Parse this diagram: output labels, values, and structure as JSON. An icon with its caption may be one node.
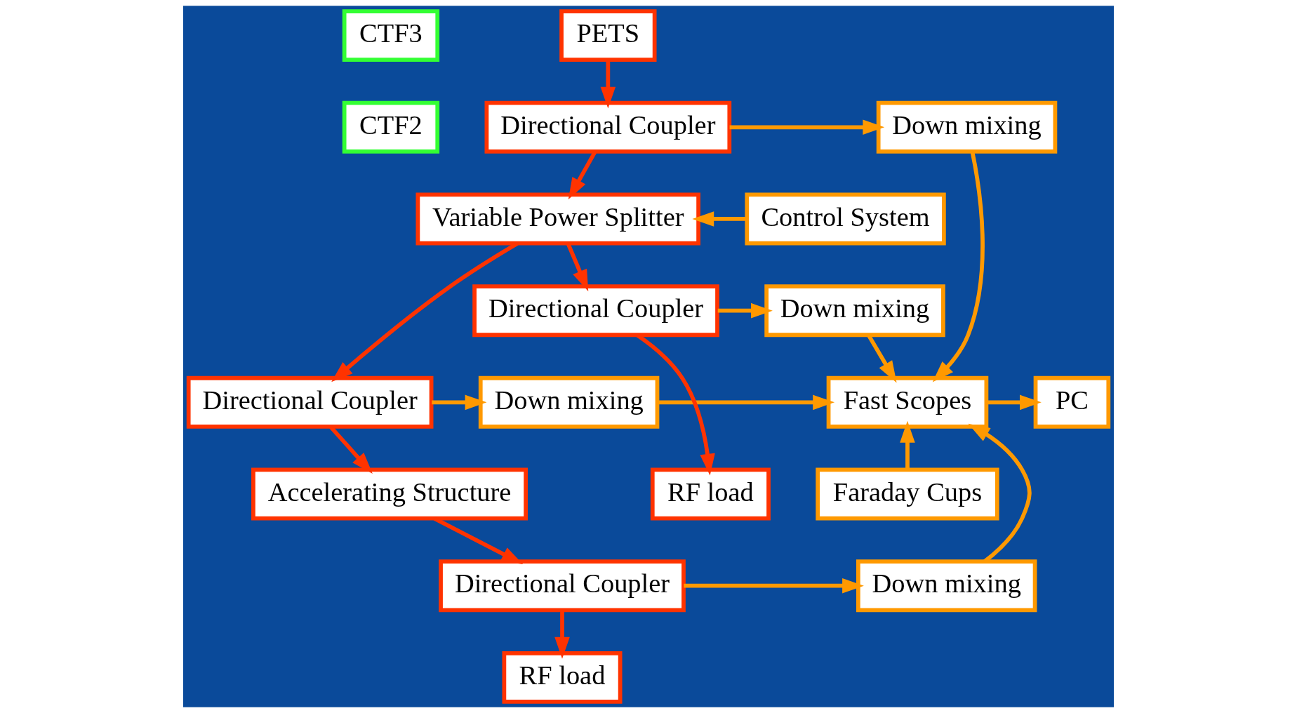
{
  "diagram": {
    "nodes": [
      {
        "text": [
          "CTF3"
        ]
      },
      {
        "text": [
          "PETS"
        ]
      },
      {
        "text": [
          "CTF2"
        ]
      },
      {
        "text": [
          "Directional Coupler"
        ]
      },
      {
        "text": [
          "Down mixing"
        ]
      },
      {
        "text": [
          "Variable Power Splitter"
        ]
      },
      {
        "text": [
          "Control System"
        ]
      },
      {
        "text": [
          "Directional Coupler"
        ]
      },
      {
        "text": [
          "Down mixing"
        ]
      },
      {
        "text": [
          "Directional Coupler"
        ]
      },
      {
        "text": [
          "Down mixing"
        ]
      },
      {
        "text": [
          "Fast Scopes"
        ]
      },
      {
        "text": [
          "PC"
        ]
      },
      {
        "text": [
          "RF load"
        ]
      },
      {
        "text": [
          "Accelerating Structure"
        ]
      },
      {
        "text": [
          "Faraday Cups"
        ]
      },
      {
        "text": [
          "Directional Coupler"
        ]
      },
      {
        "text": [
          "Down mixing"
        ]
      },
      {
        "text": [
          "RF load"
        ]
      }
    ],
    "edges": [
      {
        "from": 1,
        "to": 3,
        "arrow": "to",
        "color": "#ff3300"
      },
      {
        "from": 3,
        "to": 4,
        "arrow": "to"
      },
      {
        "from": 3,
        "to": 5,
        "arrow": "to",
        "color": "#ff3300"
      },
      {
        "from": 4,
        "to": 11,
        "arrow": "to"
      },
      {
        "from": 6,
        "to": 5,
        "arrow": "to"
      },
      {
        "from": 5,
        "to": 7,
        "arrow": "to",
        "color": "#ff3300"
      },
      {
        "from": 5,
        "to": 9,
        "arrow": "to",
        "color": "#ff3300"
      },
      {
        "from": 7,
        "to": 8,
        "arrow": "to"
      },
      {
        "from": 8,
        "to": 11,
        "arrow": "to"
      },
      {
        "from": 9,
        "to": 10,
        "arrow": "to"
      },
      {
        "from": 10,
        "to": 11,
        "arrow": "to"
      },
      {
        "from": 9,
        "to": 13,
        "arrow": "to",
        "color": "#ff3300"
      },
      {
        "from": 7,
        "to": 14,
        "arrow": "to",
        "color": "#ff3300"
      },
      {
        "from": 15,
        "to": 11,
        "arrow": "to"
      },
      {
        "from": 14,
        "to": 16,
        "arrow": "to",
        "color": "#ff3300"
      },
      {
        "from": 16,
        "to": 17,
        "arrow": "to"
      },
      {
        "from": 17,
        "to": 11,
        "arrow": "to"
      },
      {
        "from": 11,
        "to": 12,
        "arrow": "to"
      },
      {
        "from": 16,
        "to": 18,
        "arrow": "to",
        "color": "#ff3300"
      }
    ]
  }
}
